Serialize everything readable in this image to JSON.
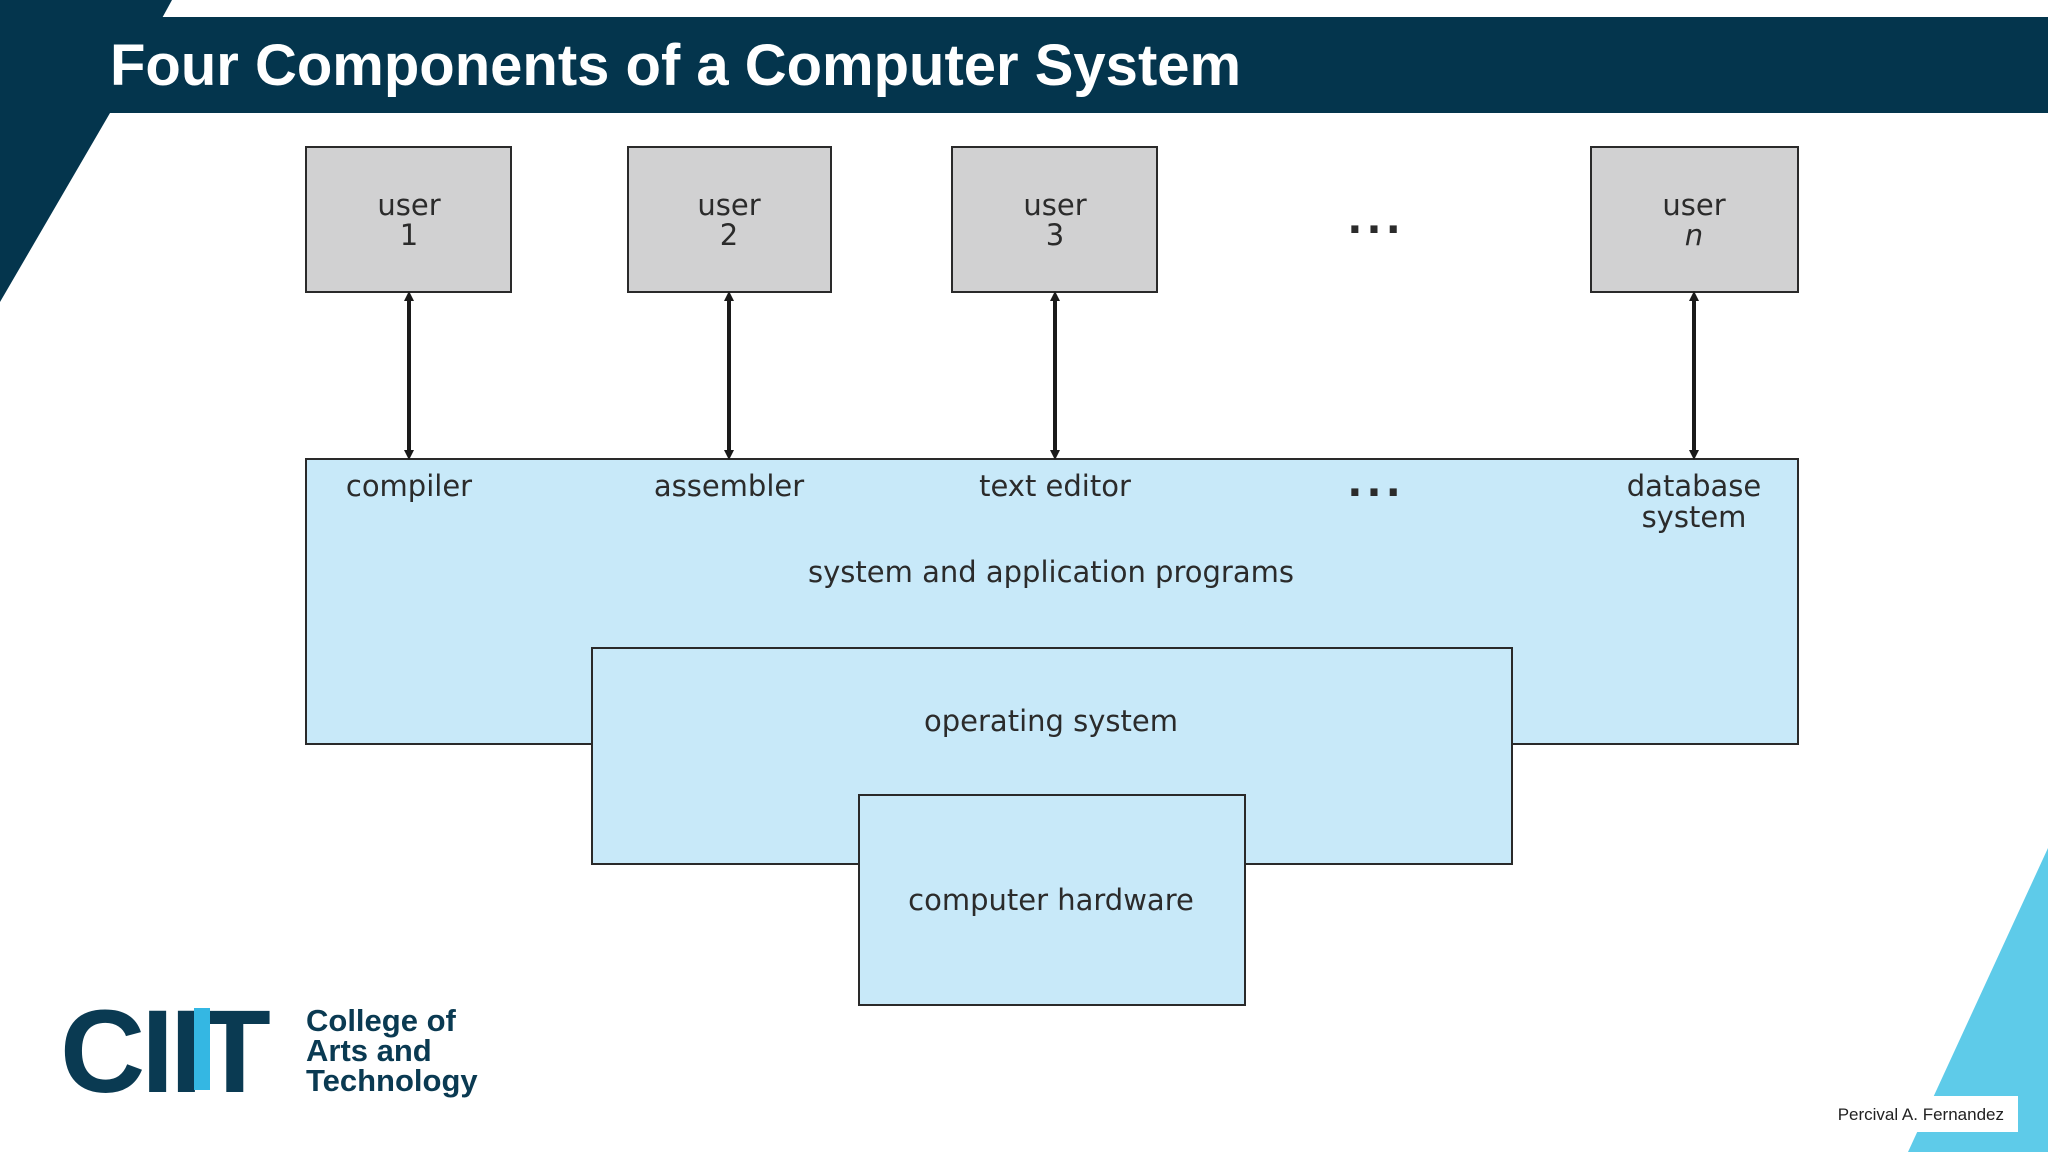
{
  "slide": {
    "title": "Four Components of a Computer System",
    "author": "Percival A. Fernandez"
  },
  "logo": {
    "mark_text": "CIIT",
    "lines": [
      "College of",
      "Arts and",
      "Technology"
    ]
  },
  "diagram": {
    "users": [
      {
        "line1": "user",
        "line2": "1"
      },
      {
        "line1": "user",
        "line2": "2"
      },
      {
        "line1": "user",
        "line2": "3"
      },
      {
        "line1": "user",
        "line2": "n"
      }
    ],
    "ellipsis": "...",
    "programs": [
      "compiler",
      "assembler",
      "text editor",
      "database",
      "system"
    ],
    "layers": {
      "applications": "system and application programs",
      "os": "operating system",
      "hardware": "computer hardware"
    }
  },
  "colors": {
    "title_bar": "#04354d",
    "accent_cyan": "#5ecbe9",
    "user_box": "#d1d1d2",
    "layer_box": "#c8e9f9"
  }
}
